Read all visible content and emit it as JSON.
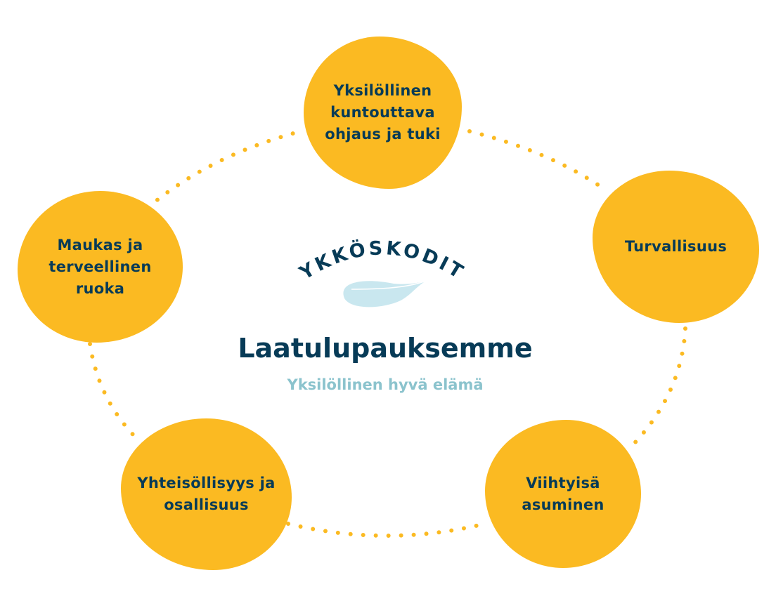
{
  "logo": {
    "text": "YKKÖSKODIT",
    "feather_color": "#C9E7EF"
  },
  "title": "Laatulupauksemme",
  "subtitle": "Yksilöllinen hyvä elämä",
  "colors": {
    "blob": "#FBBA22",
    "text": "#073B57",
    "subtitle": "#8BC3CD"
  },
  "nodes": [
    {
      "label": "Yksilöllinen kuntouttava ohjaus ja tuki"
    },
    {
      "label": "Turvallisuus"
    },
    {
      "label": "Viihtyisä asuminen"
    },
    {
      "label": "Yhteisöllisyys ja osallisuus"
    },
    {
      "label": "Maukas ja terveellinen ruoka"
    }
  ]
}
